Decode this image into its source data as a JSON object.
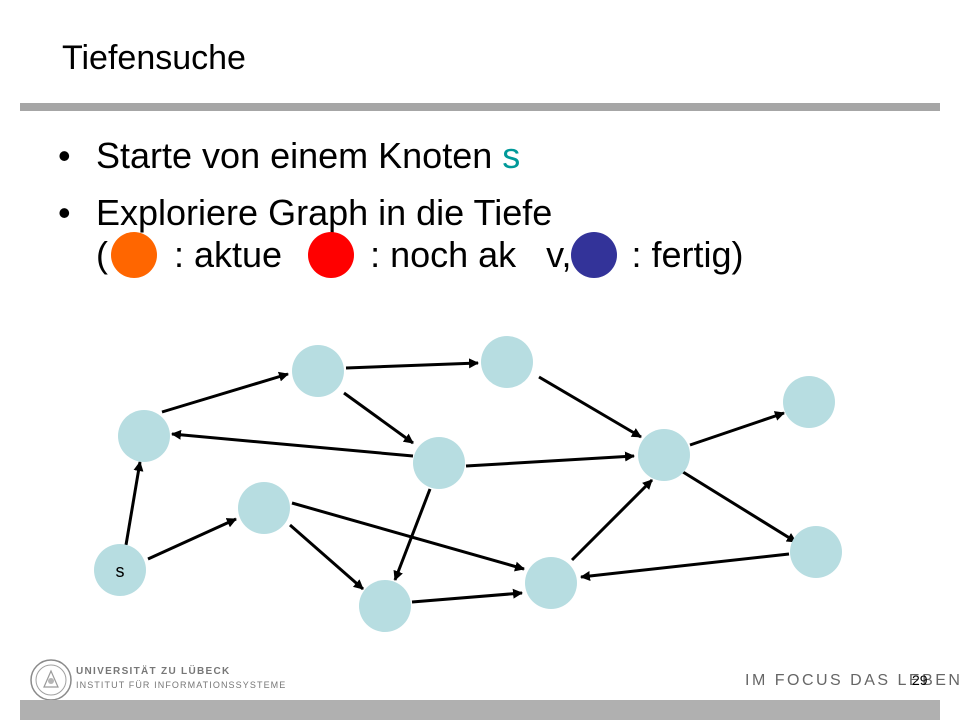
{
  "title": "Tiefensuche",
  "bullets": {
    "glyph": "•",
    "b1_text": "Starte von einem Knoten ",
    "b1_highlight": "s",
    "b2_line1": "Exploriere Graph in die Tiefe",
    "b2_open": "(",
    "b2_part1": ": aktue",
    "b2_part2": ": noch ak",
    "b2_part3": "v,",
    "b2_part4": ": fertig)"
  },
  "legend_colors": {
    "current": "#ff6600",
    "active": "#ff0000",
    "finished": "#333399"
  },
  "graph": {
    "node_fill": "#b7dde1",
    "edge_color": "#000000",
    "start_label": "s"
  },
  "footer": {
    "university": "UNIVERSITÄT ZU LÜBECK",
    "institute": "INSTITUT FÜR INFORMATIONSSYSTEME",
    "motto": "IM FOCUS DAS LEBEN",
    "page_number": "29"
  }
}
